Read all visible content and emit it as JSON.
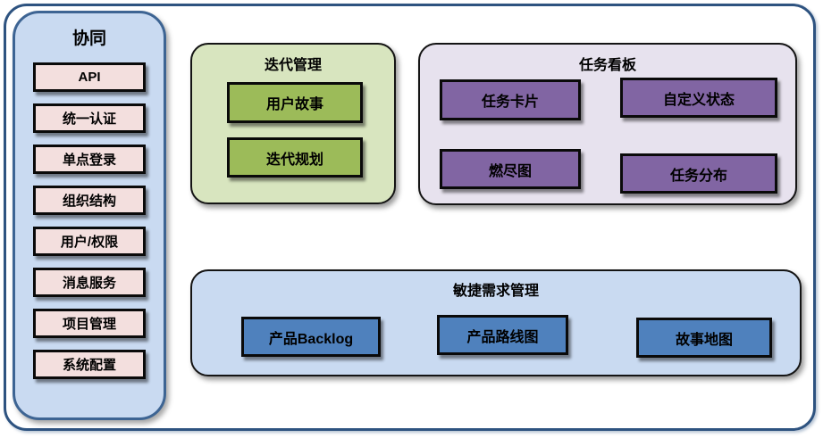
{
  "sidebar": {
    "title": "协同",
    "items": [
      "API",
      "统一认证",
      "单点登录",
      "组织结构",
      "用户/权限",
      "消息服务",
      "项目管理",
      "系统配置"
    ]
  },
  "groups": [
    {
      "title": "迭代管理",
      "items": [
        "用户故事",
        "迭代规划"
      ]
    },
    {
      "title": "任务看板",
      "items": [
        "任务卡片",
        "自定义状态",
        "燃尽图",
        "任务分布"
      ]
    },
    {
      "title": "敏捷需求管理",
      "items": [
        "产品Backlog",
        "产品路线图",
        "故事地图"
      ]
    }
  ],
  "colors": {
    "frame_border": "#2e5380",
    "sidebar_fill": "#c9daf1",
    "sidebar_border": "#3d6493",
    "sidebar_item_fill": "#f3dfde",
    "iteration_group_fill": "#d8e5bf",
    "iteration_item_fill": "#9cbb59",
    "kanban_group_fill": "#e7e2ee",
    "kanban_item_fill": "#8165a3",
    "agile_group_fill": "#c9daf1",
    "agile_item_fill": "#4f81bd",
    "node_border": "#0a0a0a",
    "text": "#000000"
  }
}
